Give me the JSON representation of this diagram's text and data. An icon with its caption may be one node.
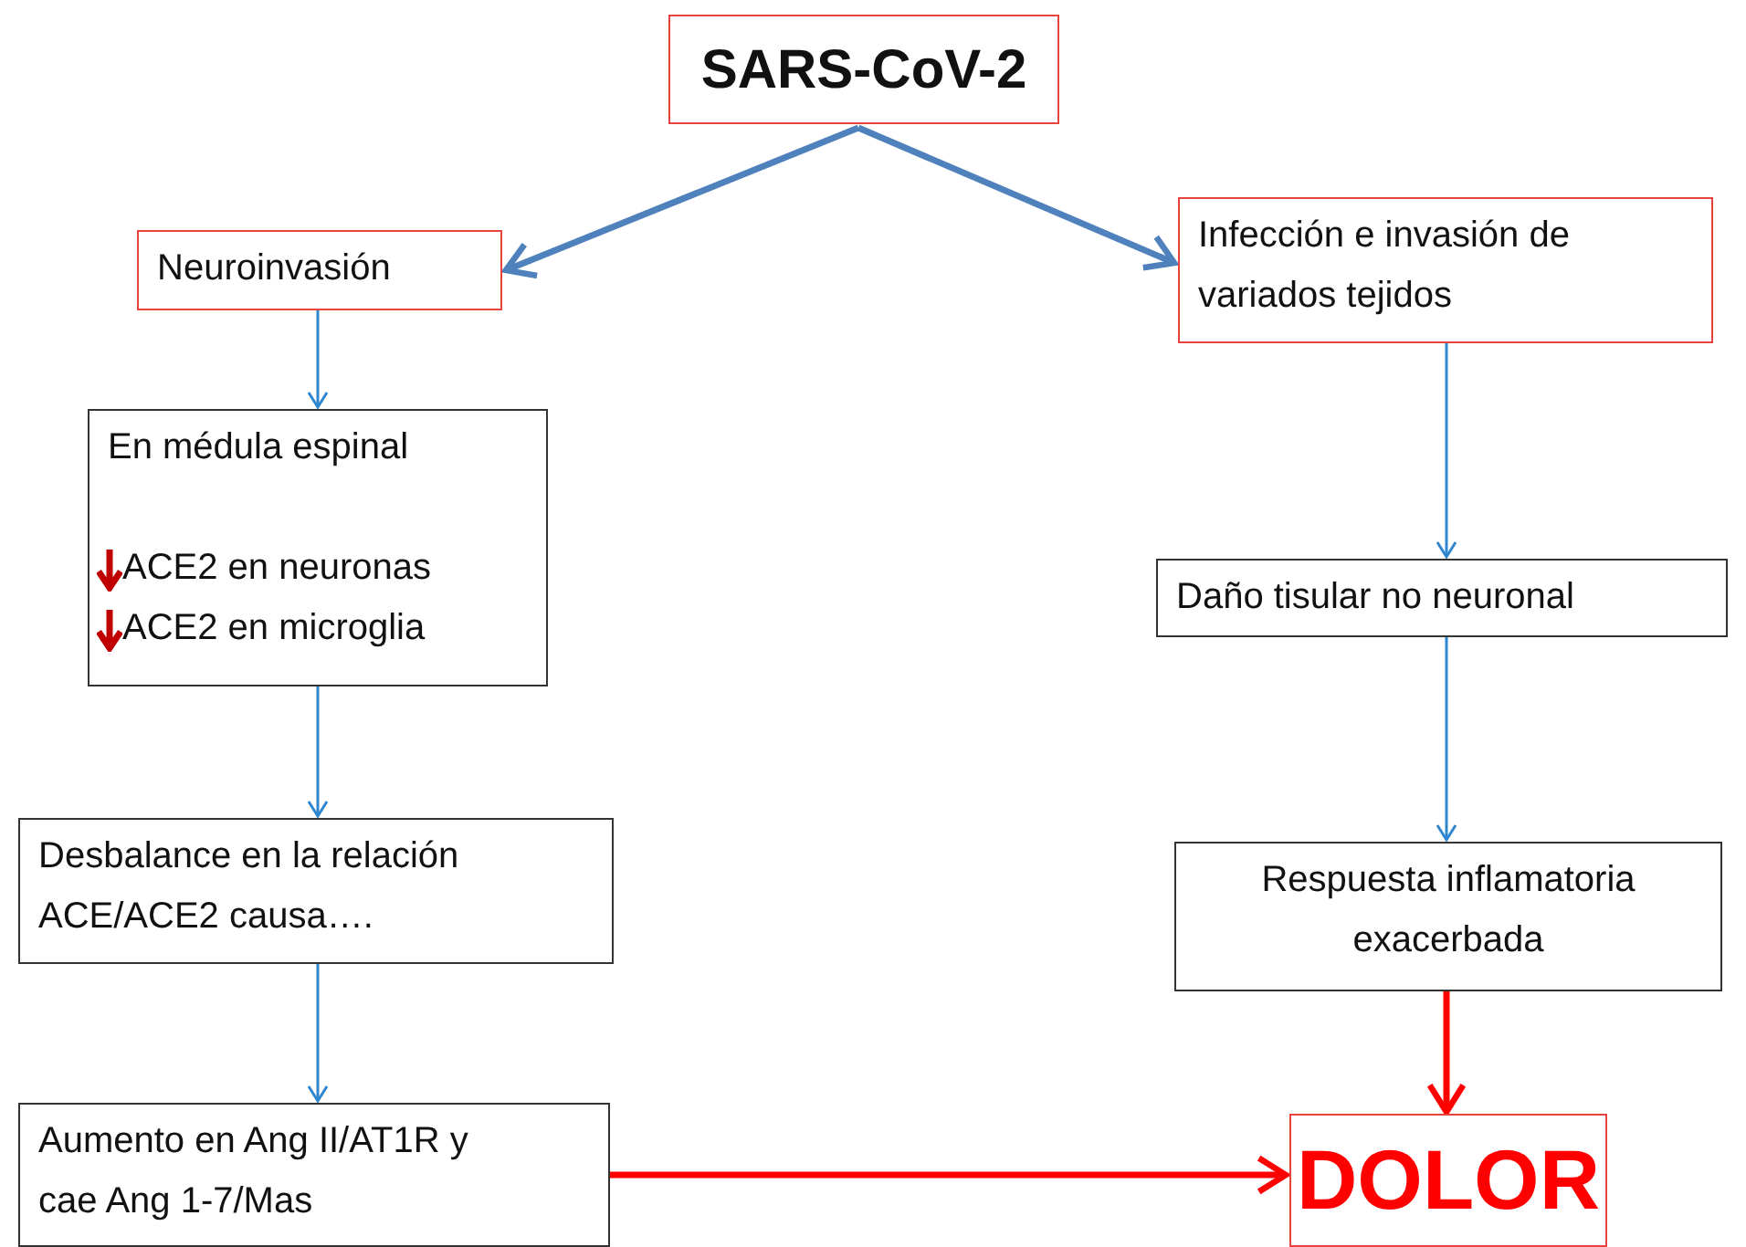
{
  "diagram": {
    "nodes": [
      {
        "text": [
          "SARS-CoV-2"
        ]
      },
      {
        "text": [
          "Neuroinvasión"
        ]
      },
      {
        "text": [
          "Infección e invasión de variados tejidos"
        ]
      },
      {
        "text": [
          "En médula espinal",
          "ACE2 en neuronas",
          "ACE2 en microglia"
        ]
      },
      {
        "text": [
          "Desbalance en la relación ACE/ACE2 causa…."
        ]
      },
      {
        "text": [
          "Aumento en Ang II/AT1R y cae Ang 1-7/Mas"
        ]
      },
      {
        "text": [
          "Daño tisular no neuronal"
        ]
      },
      {
        "text": [
          "Respuesta inflamatoria exacerbada"
        ]
      },
      {
        "text": [
          "DOLOR"
        ]
      }
    ],
    "edges": [
      {
        "from": 0,
        "to": 1,
        "arrow": "to",
        "style": "thick",
        "color": "#4f81bd"
      },
      {
        "from": 0,
        "to": 2,
        "arrow": "to",
        "style": "thick",
        "color": "#4f81bd"
      },
      {
        "from": 1,
        "to": 3,
        "arrow": "to"
      },
      {
        "from": 3,
        "to": 4,
        "arrow": "to"
      },
      {
        "from": 4,
        "to": 5,
        "arrow": "to"
      },
      {
        "from": 2,
        "to": 6,
        "arrow": "to"
      },
      {
        "from": 6,
        "to": 7,
        "arrow": "to"
      },
      {
        "from": 7,
        "to": 8,
        "arrow": "to",
        "style": "thick",
        "color": "#ff0000"
      },
      {
        "from": 5,
        "to": 8,
        "arrow": "to",
        "style": "thick",
        "color": "#ff0000"
      }
    ]
  }
}
